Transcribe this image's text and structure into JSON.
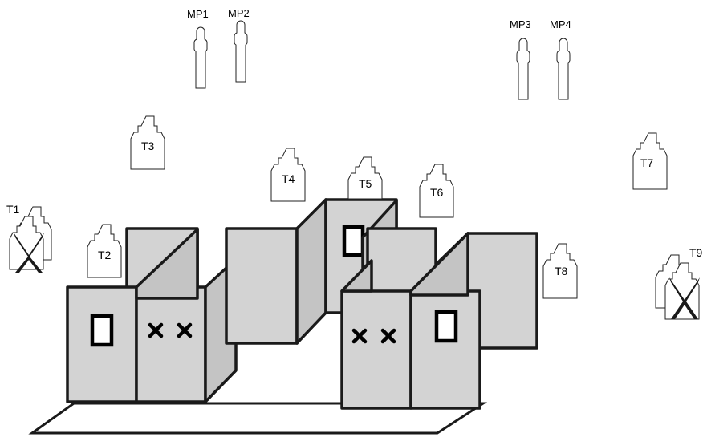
{
  "targets": {
    "T1": "T1",
    "T2": "T2",
    "T3": "T3",
    "T4": "T4",
    "T5": "T5",
    "T6": "T6",
    "T7": "T7",
    "T8": "T8",
    "T9": "T9"
  },
  "mini_poppers": {
    "MP1": "MP1",
    "MP2": "MP2",
    "MP3": "MP3",
    "MP4": "MP4"
  },
  "colors": {
    "wall_fill": "#d3d3d3",
    "outline": "#1a1a1a",
    "no_shoot_mark": "#000000"
  }
}
